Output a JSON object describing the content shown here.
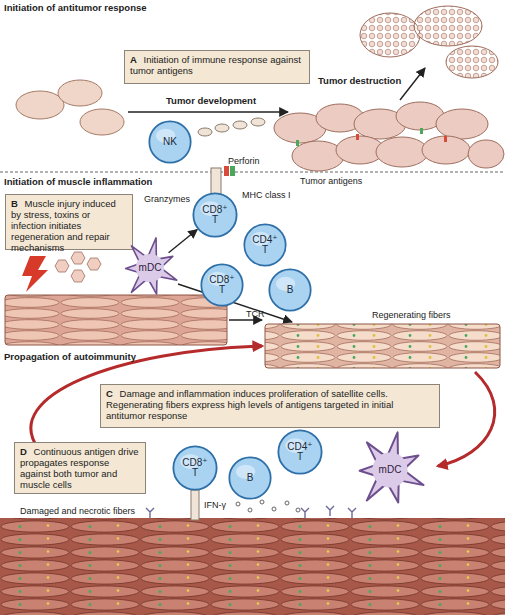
{
  "diagram": {
    "nodes": [
      {
        "text": [
          "A",
          "Initiation of immune response against tumor antigens"
        ]
      },
      {
        "text": [
          "NK"
        ]
      },
      {
        "text": [
          "CD8⁺ T"
        ]
      },
      {
        "text": [
          "B",
          "Muscle injury induced by stress, toxins or infection initiates regeneration and repair mechanisms"
        ]
      },
      {
        "text": [
          "mDC"
        ]
      },
      {
        "text": [
          "CD4⁺ T"
        ]
      },
      {
        "text": [
          "CD8⁺ T"
        ]
      },
      {
        "text": [
          "B"
        ]
      },
      {
        "text": [
          "C",
          "Damage and inflammation induces proliferation of satellite cells. Regenerating fibers express high levels of antigens targeted in initial antitumor response"
        ]
      },
      {
        "text": [
          "D",
          "Continuous antigen drive propagates response against both tumor and muscle cells"
        ]
      },
      {
        "text": [
          "CD8⁺ T"
        ]
      },
      {
        "text": [
          "B"
        ]
      },
      {
        "text": [
          "CD4⁺ T"
        ]
      },
      {
        "text": [
          "mDC"
        ]
      }
    ],
    "edges": [
      {
        "from": 4,
        "to": 2,
        "arrow": "to"
      }
    ],
    "labels": [
      "Initiation of antitumor response",
      "Tumor destruction",
      "Tumor development",
      "Perforin",
      "Granzymes",
      "MHC class I",
      "Tumor antigens",
      "Initiation of muscle inflammation",
      "Regenerating fibers",
      "TCR",
      "Propagation of autoimmunity",
      "IFN-γ",
      "Damaged and necrotic fibers"
    ]
  }
}
